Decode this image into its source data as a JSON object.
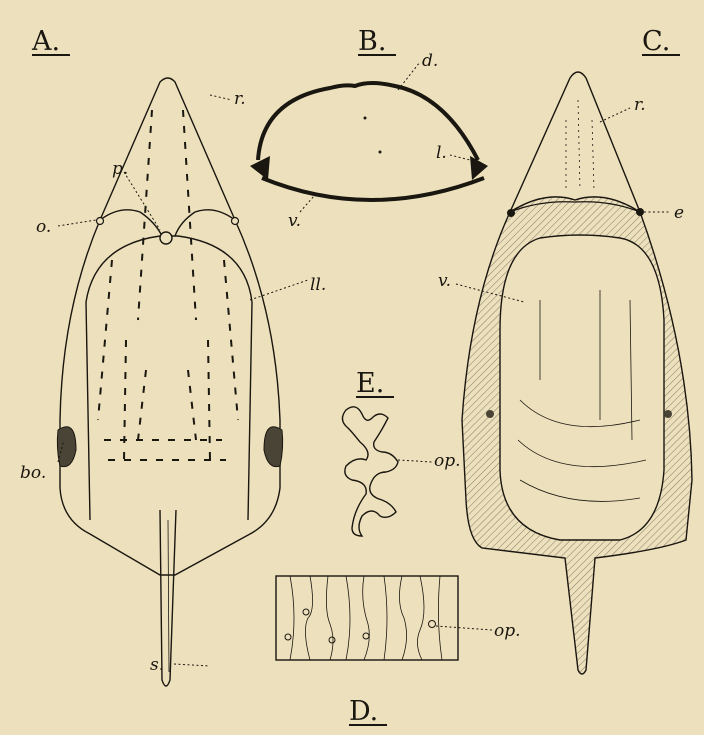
{
  "panels": {
    "A": "A.",
    "B": "B.",
    "C": "C.",
    "D": "D.",
    "E": "E."
  },
  "labels": {
    "r_a": "r.",
    "p": "p.",
    "o": "o.",
    "ll": "ll.",
    "bo": "bo.",
    "s": "s.",
    "d": "d.",
    "l": "l.",
    "v_b": "v.",
    "r_c": "r.",
    "e": "e",
    "v_c": "v.",
    "op_e": "op.",
    "op_d": "op."
  },
  "colors": {
    "paper": "#ede1bd",
    "ink": "#1a1610",
    "hatch": "#9a9078"
  }
}
